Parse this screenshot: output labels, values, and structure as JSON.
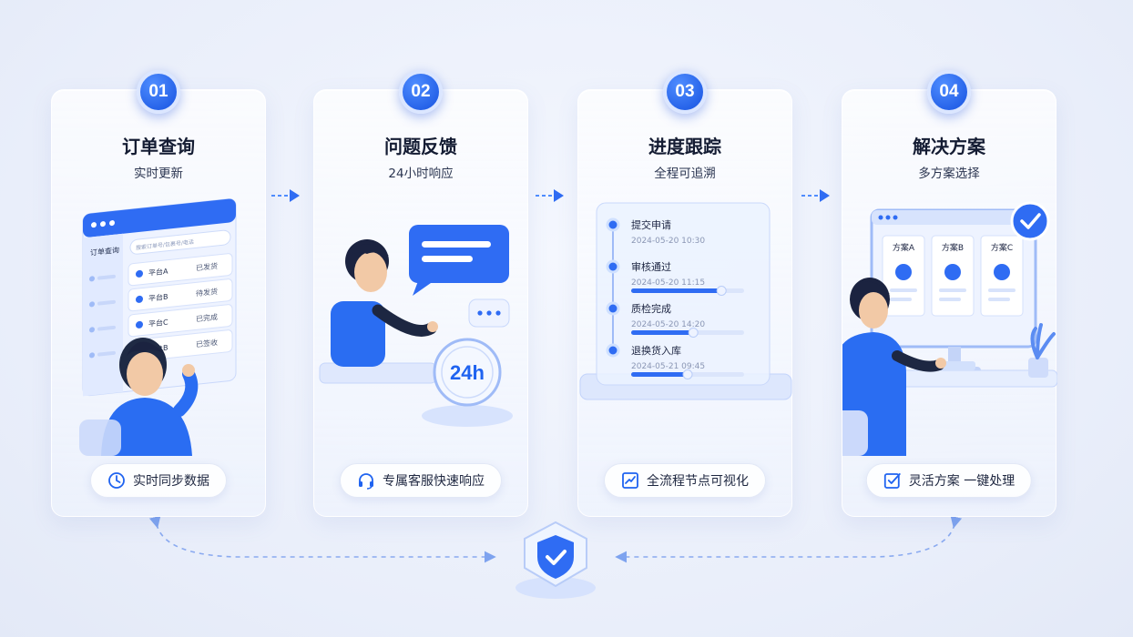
{
  "steps": [
    {
      "number": "01",
      "title": "订单查询",
      "subtitle": "实时更新",
      "feature": "实时同步数据",
      "icon": "clock-icon",
      "screen": {
        "sidebar_title": "订单查询",
        "search_placeholder": "搜索订单号/包裹号/电话",
        "rows": [
          {
            "platform": "平台A",
            "status": "已发货"
          },
          {
            "platform": "平台B",
            "status": "待发货"
          },
          {
            "platform": "平台C",
            "status": "已完成"
          },
          {
            "platform": "平台B",
            "status": "已签收"
          }
        ]
      }
    },
    {
      "number": "02",
      "title": "问题反馈",
      "subtitle": "24小时响应",
      "feature": "专属客服快速响应",
      "icon": "headset-icon",
      "clock_label": "24h"
    },
    {
      "number": "03",
      "title": "进度跟踪",
      "subtitle": "全程可追溯",
      "feature": "全流程节点可视化",
      "icon": "chart-line-icon",
      "timeline": [
        {
          "label": "提交申请",
          "time": "2024-05-20 10:30",
          "progress": 0
        },
        {
          "label": "审核通过",
          "time": "2024-05-20 11:15",
          "progress": 0.8
        },
        {
          "label": "质检完成",
          "time": "2024-05-20 14:20",
          "progress": 0.55
        },
        {
          "label": "退换货入库",
          "time": "2024-05-21 09:45",
          "progress": 0.5
        }
      ]
    },
    {
      "number": "04",
      "title": "解决方案",
      "subtitle": "多方案选择",
      "feature": "灵活方案 一键处理",
      "icon": "checkbox-icon",
      "plans": [
        "方案A",
        "方案B",
        "方案C"
      ]
    }
  ],
  "colors": {
    "accent": "#1f63f0",
    "accent_light": "#4f8dff",
    "text": "#141c33"
  }
}
